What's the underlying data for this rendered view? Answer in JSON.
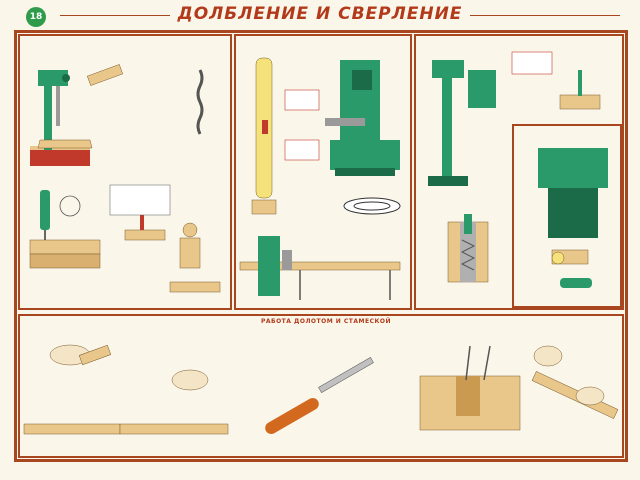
{
  "title": "ДОЛБЛЕНИЕ И СВЕРЛЕНИЕ",
  "badge": "18",
  "section_bottom_title": "РАБОТА ДОЛОТОМ И СТАМЕСКОЙ",
  "colors": {
    "frame": "#a8471f",
    "machine_green": "#2a9a6a",
    "wood": "#e9c78a",
    "accent_red": "#c0392b",
    "title": "#b23a1a"
  }
}
